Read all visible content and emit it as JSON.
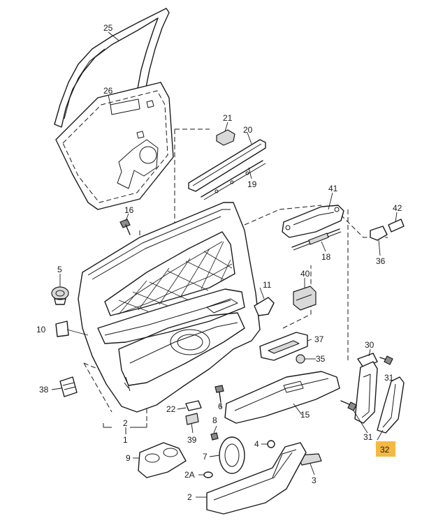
{
  "labels": [
    {
      "id": "25",
      "text": "25"
    },
    {
      "id": "26",
      "text": "26"
    },
    {
      "id": "21",
      "text": "21"
    },
    {
      "id": "20",
      "text": "20"
    },
    {
      "id": "19",
      "text": "19"
    },
    {
      "id": "16",
      "text": "16"
    },
    {
      "id": "41",
      "text": "41"
    },
    {
      "id": "42",
      "text": "42"
    },
    {
      "id": "18",
      "text": "18"
    },
    {
      "id": "36",
      "text": "36"
    },
    {
      "id": "5",
      "text": "5"
    },
    {
      "id": "40",
      "text": "40"
    },
    {
      "id": "11",
      "text": "11"
    },
    {
      "id": "10",
      "text": "10"
    },
    {
      "id": "37",
      "text": "37"
    },
    {
      "id": "30",
      "text": "30"
    },
    {
      "id": "35",
      "text": "35"
    },
    {
      "id": "38",
      "text": "38"
    },
    {
      "id": "22",
      "text": "22"
    },
    {
      "id": "6",
      "text": "6"
    },
    {
      "id": "15",
      "text": "15"
    },
    {
      "id": "2a",
      "text": "2"
    },
    {
      "id": "1",
      "text": "1"
    },
    {
      "id": "39",
      "text": "39"
    },
    {
      "id": "8",
      "text": "8"
    },
    {
      "id": "4",
      "text": "4"
    },
    {
      "id": "31a",
      "text": "31"
    },
    {
      "id": "31b",
      "text": "31"
    },
    {
      "id": "32",
      "text": "32"
    },
    {
      "id": "9",
      "text": "9"
    },
    {
      "id": "7",
      "text": "7"
    },
    {
      "id": "2A",
      "text": "2A"
    },
    {
      "id": "3",
      "text": "3"
    },
    {
      "id": "2b",
      "text": "2"
    }
  ],
  "highlight": {
    "label_id": "32",
    "color": "#f4b942"
  }
}
